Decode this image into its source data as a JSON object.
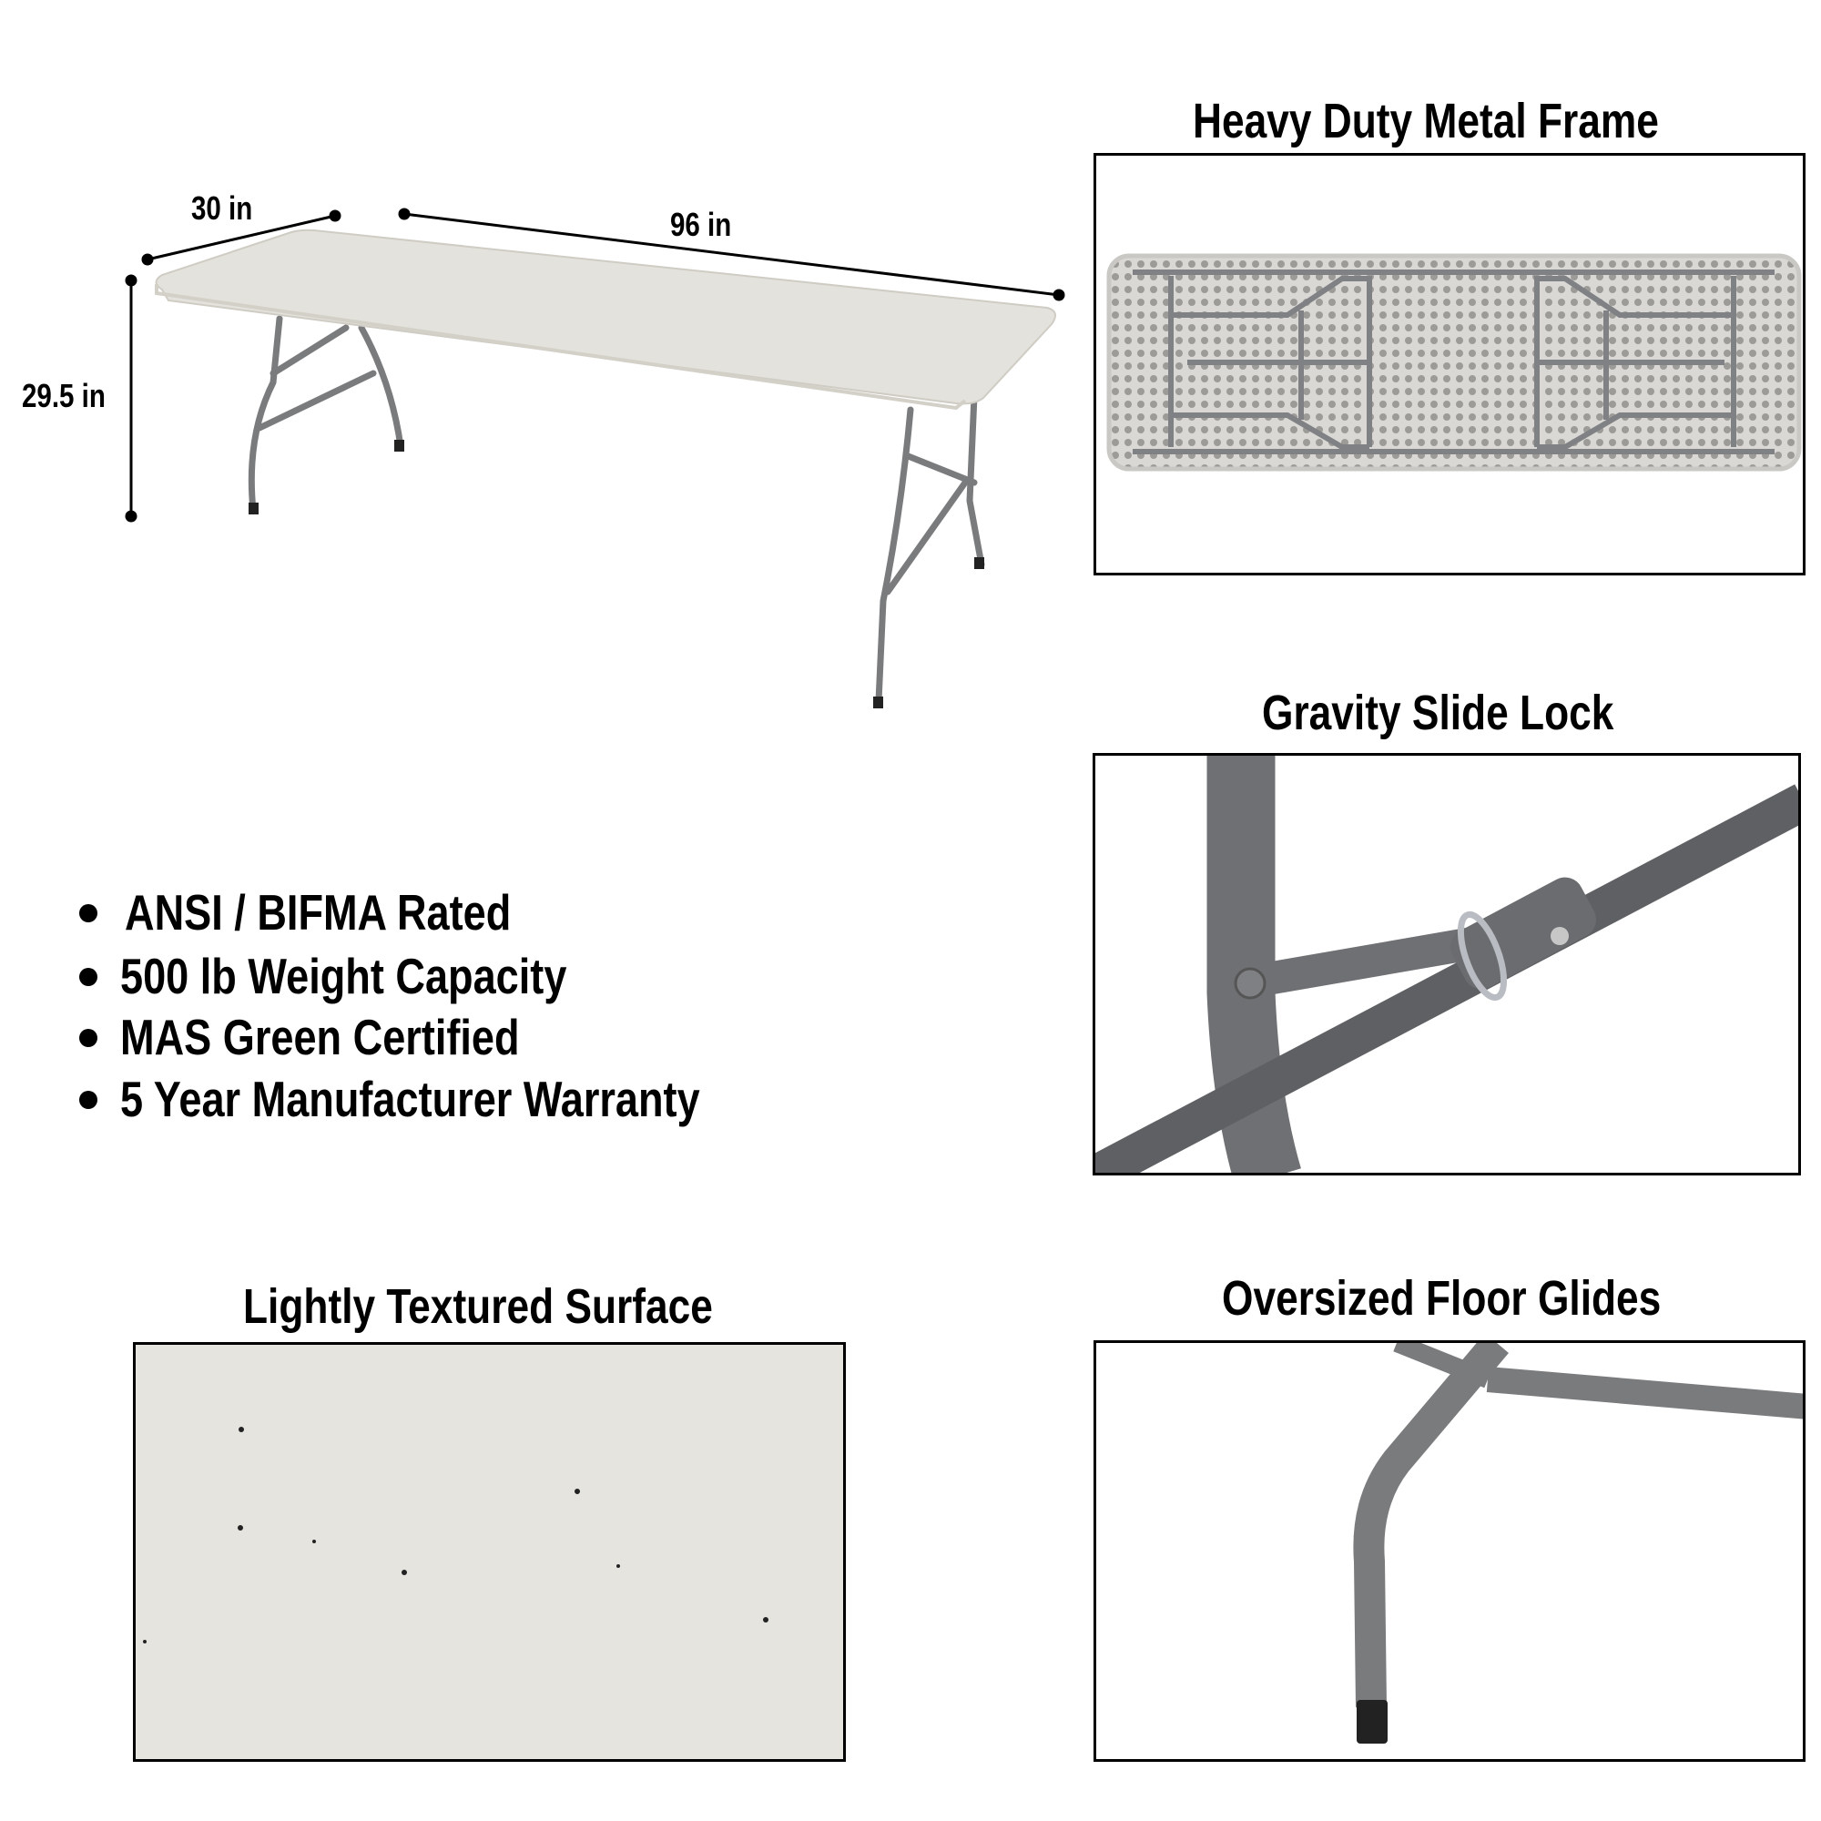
{
  "dimensions": {
    "width": "30 in",
    "length": "96 in",
    "height": "29.5 in"
  },
  "features": [
    "ANSI / BIFMA Rated",
    "500 lb Weight Capacity",
    "MAS Green Certified",
    "5 Year Manufacturer Warranty"
  ],
  "panels": {
    "frame": "Heavy Duty Metal Frame",
    "lock": "Gravity Slide Lock",
    "glides": "Oversized Floor Glides",
    "surface": "Lightly Textured Surface"
  },
  "colors": {
    "tabletop": "#e4e2dc",
    "frame": "#7a7b7d",
    "glide": "#222222"
  }
}
